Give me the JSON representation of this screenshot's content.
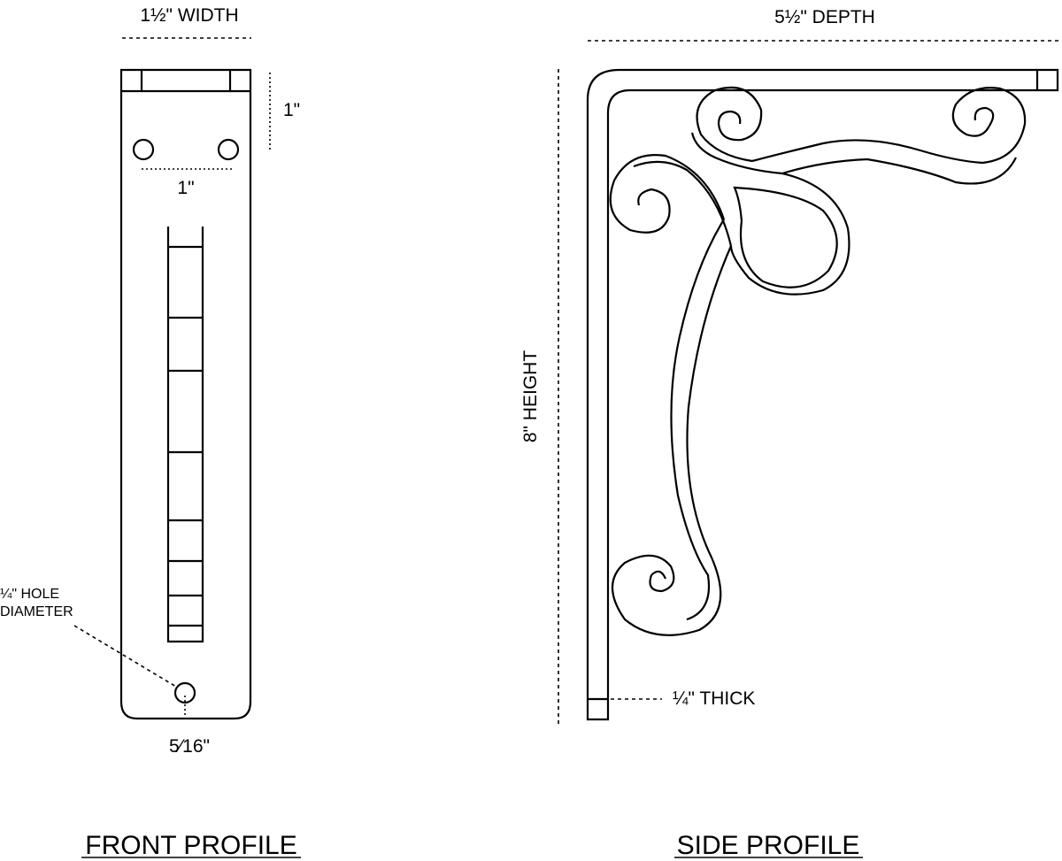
{
  "front_profile": {
    "title": "FRONT PROFILE",
    "width_label": "1½\" WIDTH",
    "top_offset_label": "1\"",
    "hole_spacing_label": "1\"",
    "hole_callout_line1": "¼\" HOLE",
    "hole_callout_line2": "DIAMETER",
    "bottom_label": "5⁄16\""
  },
  "side_profile": {
    "title": "SIDE PROFILE",
    "depth_label": "5½\" DEPTH",
    "height_label": "8\" HEIGHT",
    "thickness_label": "¼\" THICK"
  },
  "colors": {
    "ink": "#000000",
    "background": "#ffffff"
  }
}
